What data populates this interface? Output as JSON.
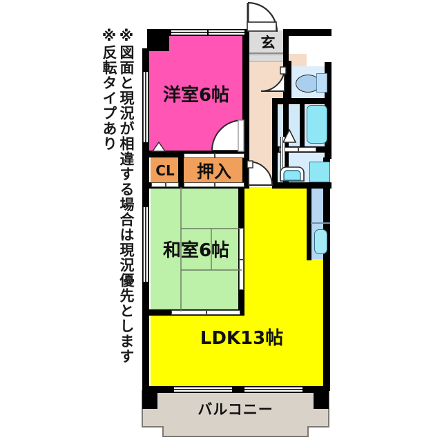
{
  "plan": {
    "title_note_1": "※図面と現況が相違する場合は現況優先とします",
    "title_note_2": "※反転タイプあり",
    "rooms": [
      {
        "key": "western",
        "label": "洋室6帖",
        "color": "#ff55b4",
        "type": "bedroom"
      },
      {
        "key": "japanese",
        "label": "和室6帖",
        "color": "#bdf0a8",
        "type": "tatami"
      },
      {
        "key": "ldk",
        "label": "LDK13帖",
        "color": "#ffff00",
        "type": "living-dining-kitchen"
      },
      {
        "key": "entrance",
        "label": "玄",
        "color": "#dcdcdc",
        "type": "genkan"
      },
      {
        "key": "closet",
        "label": "CL",
        "color": "#f0a05a",
        "type": "closet"
      },
      {
        "key": "oshiire",
        "label": "押入",
        "color": "#f0a05a",
        "type": "oshiire"
      },
      {
        "key": "balcony",
        "label": "バルコニー",
        "color": "#d8d2c8",
        "type": "balcony"
      },
      {
        "key": "corridor",
        "label": "",
        "color": "#f5dcc8",
        "type": "hallway"
      },
      {
        "key": "toilet",
        "label": "",
        "color": "#dcedfb",
        "type": "toilet"
      },
      {
        "key": "bath",
        "label": "",
        "color": "#d2e9fa",
        "type": "bathroom"
      },
      {
        "key": "washroom",
        "label": "",
        "color": "#d8edfb",
        "type": "washroom"
      }
    ],
    "fixtures": [
      {
        "name": "toilet-bowl"
      },
      {
        "name": "bathtub"
      },
      {
        "name": "wash-basin"
      },
      {
        "name": "washing-machine-pan"
      },
      {
        "name": "kitchen-sink"
      },
      {
        "name": "kitchen-counter"
      }
    ],
    "colors": {
      "wall": "#000000",
      "western": "#ff55b4",
      "japanese": "#bdf0a8",
      "ldk": "#ffff00",
      "closet": "#f0a05a",
      "entrance": "#dcdcdc",
      "corridor": "#f5dcc8",
      "water": "#d2e9fa",
      "water_dark": "#aee4f5",
      "balcony": "#d8d2c8"
    },
    "layout_meta": {
      "plan_type": "2LDK",
      "mats_japanese_room": 6
    }
  }
}
